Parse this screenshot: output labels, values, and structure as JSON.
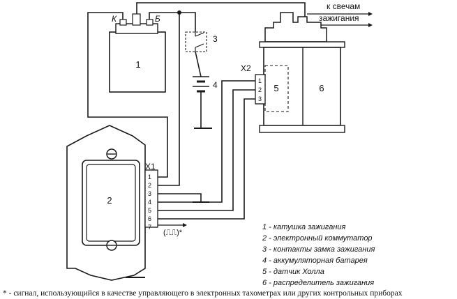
{
  "coil": {
    "number": "1",
    "terminal_k": "К",
    "terminal_b": "Б"
  },
  "commutator": {
    "number": "2",
    "connector": "X1",
    "pins": [
      "1",
      "2",
      "3",
      "4",
      "5",
      "6",
      "7"
    ],
    "signal_label": "(⎍⎍)*"
  },
  "ignition_switch": {
    "number": "3"
  },
  "battery": {
    "number": "4"
  },
  "hall_sensor": {
    "number": "5"
  },
  "distributor": {
    "number": "6",
    "connector": "X2",
    "pins": [
      "1",
      "2",
      "3"
    ]
  },
  "spark_plugs_label": {
    "line1": "к свечам",
    "line2": "зажигания"
  },
  "legend": [
    "1 - катушка зажигания",
    "2 - электронный коммутатор",
    "3 - контакты замка зажигания",
    "4 - аккумуляторная батарея",
    "5 - датчик Холла",
    "6 - распределитель зажигания"
  ],
  "footnote": "* - сигнал, использующийся в качестве управляющего в электронных тахометрах или других контрольных приборах"
}
